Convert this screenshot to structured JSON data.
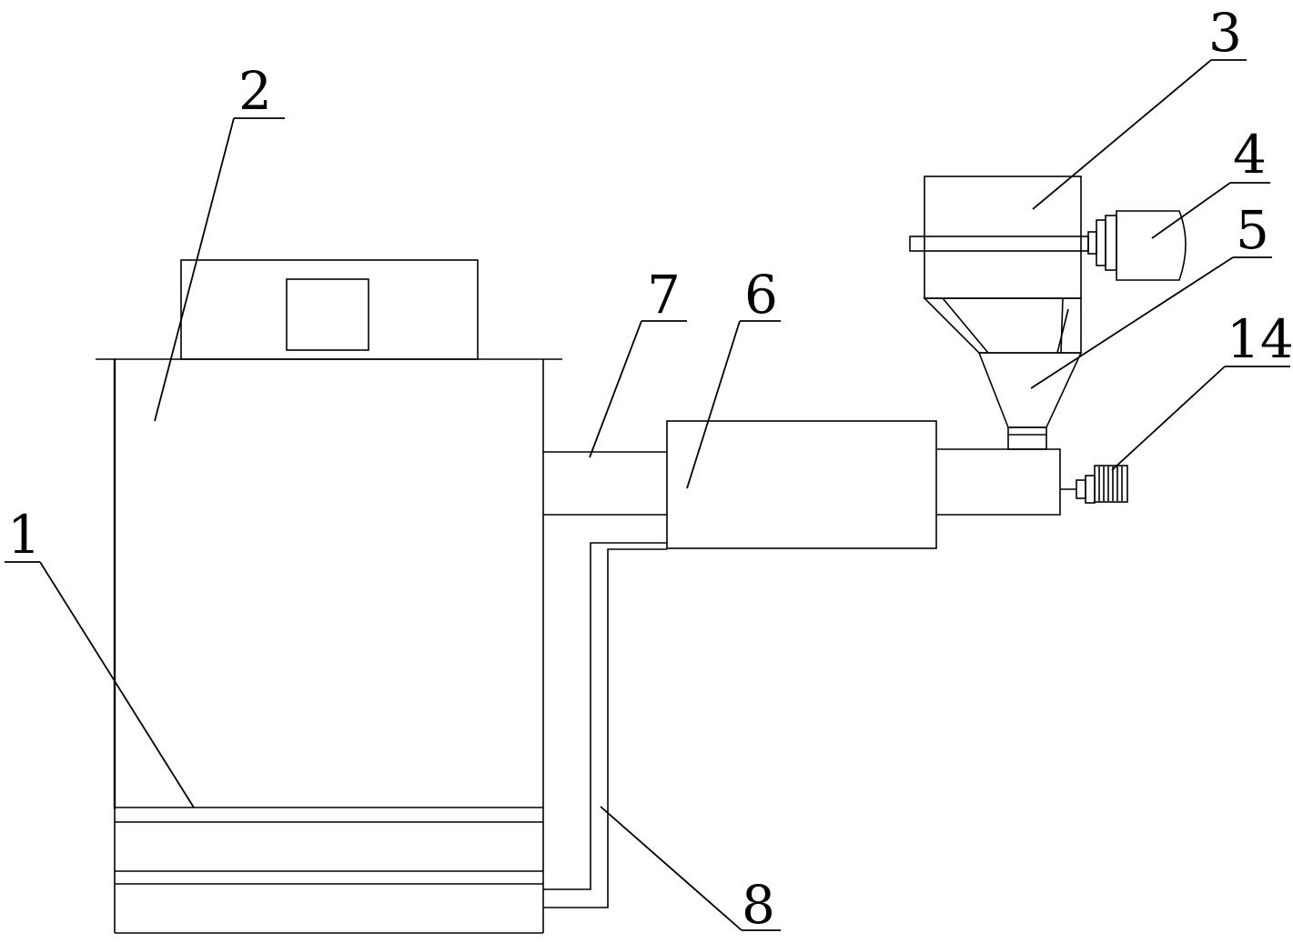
{
  "labels": {
    "l1": "1",
    "l2": "2",
    "l3": "3",
    "l4": "4",
    "l5": "5",
    "l6": "6",
    "l7": "7",
    "l8": "8",
    "l14": "14"
  }
}
